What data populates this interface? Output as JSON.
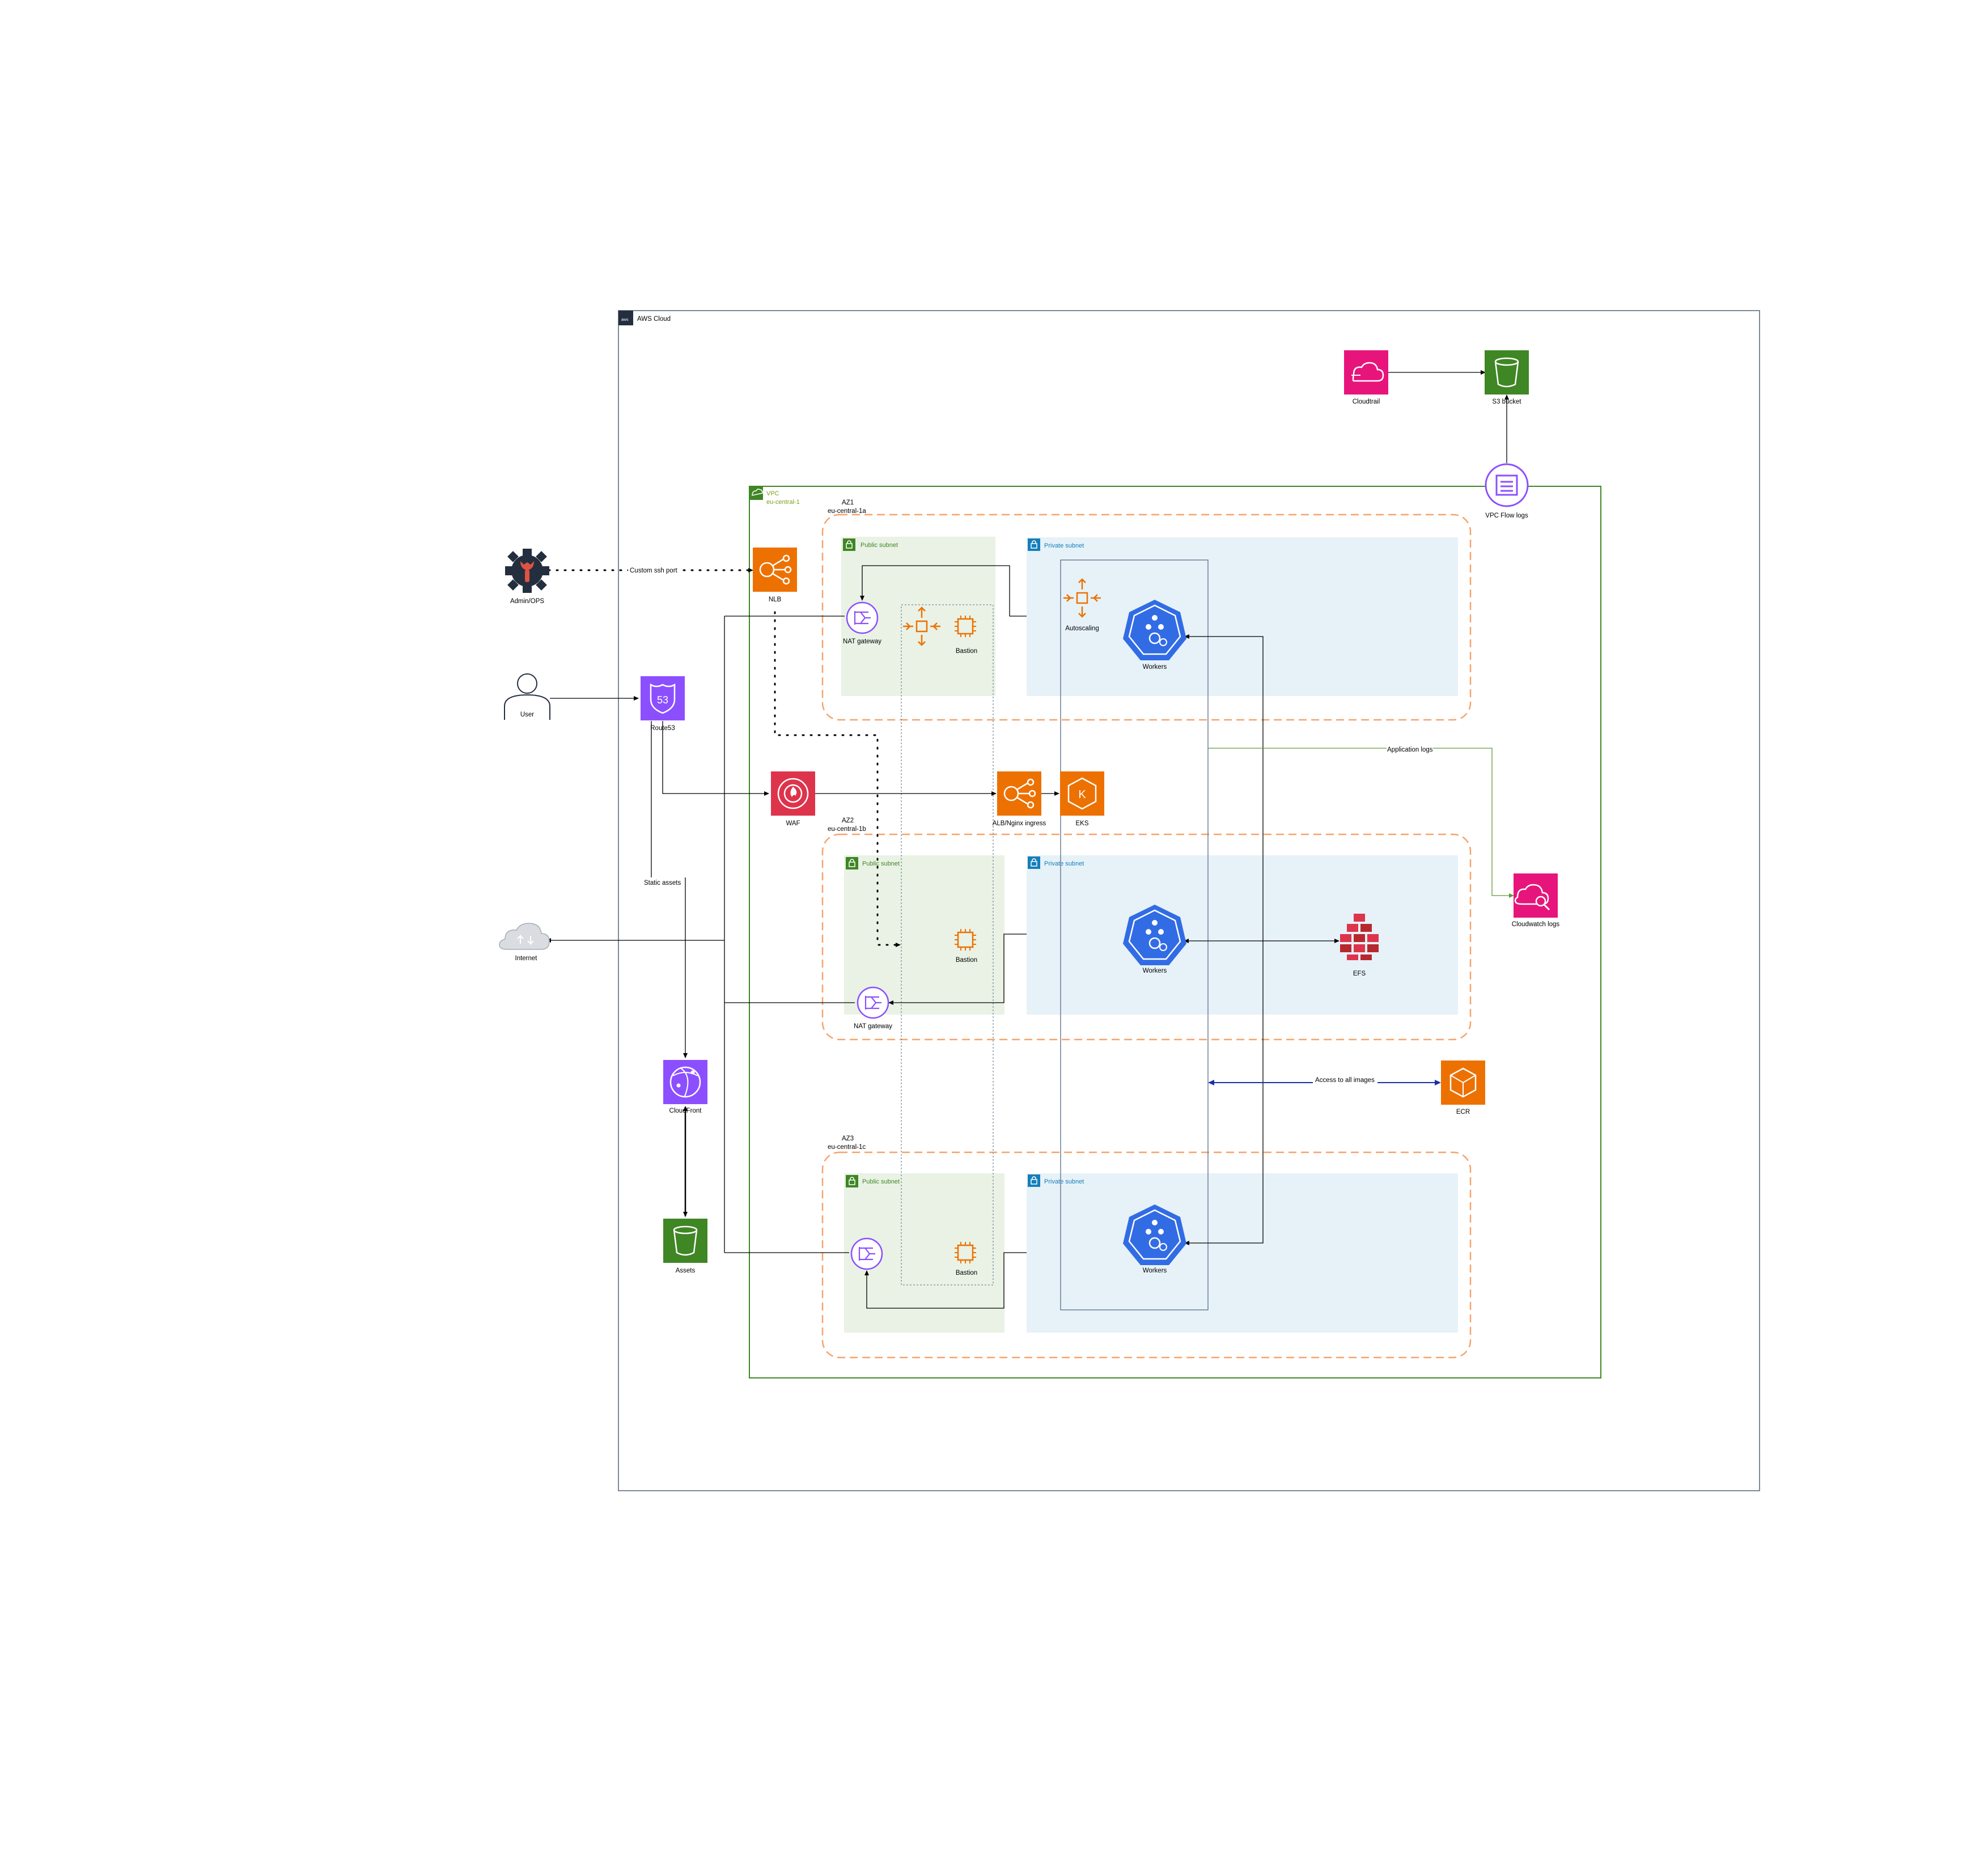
{
  "containers": {
    "aws_cloud": "AWS Cloud",
    "vpc_title": "VPC",
    "vpc_region": "eu-central-1",
    "az1_title": "AZ1",
    "az1_region": "eu-central-1a",
    "az2_title": "AZ2",
    "az2_region": "eu-central-1b",
    "az3_title": "AZ3",
    "az3_region": "eu-central-1c",
    "public_subnet": "Public subnet",
    "private_subnet": "Private subnet"
  },
  "nodes": {
    "cloudtrail": "Cloudtrail",
    "s3_bucket": "S3 bucket",
    "vpc_flow_logs": "VPC Flow logs",
    "admin_ops": "Admin/OPS",
    "nlb": "NLB",
    "user": "User",
    "route53": "Route53",
    "waf": "WAF",
    "alb": "ALB/Nginx ingress",
    "eks": "EKS",
    "internet": "Internet",
    "cloudfront": "CloudFront",
    "assets": "Assets",
    "nat_gateway": "NAT gateway",
    "bastion": "Bastion",
    "autoscaling": "Autoscaling",
    "workers": "Workers",
    "efs": "EFS",
    "ecr": "ECR",
    "cloudwatch_logs": "Cloudwatch logs"
  },
  "edges": {
    "custom_ssh": "Custom ssh port",
    "static_assets": "Static assets",
    "application_logs": "Application logs",
    "access_images": "Access to all images"
  },
  "colors": {
    "aws_cloud_border": "#7d8998",
    "vpc_border": "#3f8624",
    "az_border": "#f6a36a",
    "public_subnet_fill": "#e9f2e5",
    "public_subnet_text": "#3f8624",
    "private_subnet_fill": "#e6f2f8",
    "private_subnet_text": "#147eba",
    "orange_service": "#ed7100",
    "pink_service": "#e7157b",
    "green_service": "#3f8624",
    "purple_service": "#8c4fff",
    "red_service": "#dd344c",
    "eks_blue": "#326ce5",
    "access_arrow": "#1a30a6",
    "logs_arrow": "#5f9c36"
  },
  "icons": {
    "cloudtrail": "cloudtrail-icon",
    "s3": "s3-bucket-icon",
    "flow_logs": "vpc-flow-logs-icon",
    "admin": "gear-wrench-icon",
    "nlb": "network-load-balancer-icon",
    "user": "user-icon",
    "route53": "route53-icon",
    "waf": "waf-icon",
    "alb": "application-load-balancer-icon",
    "eks": "eks-icon",
    "internet": "internet-cloud-icon",
    "cloudfront": "cloudfront-icon",
    "nat": "nat-gateway-icon",
    "ec2": "ec2-instance-icon",
    "autoscaling": "autoscaling-icon",
    "k8s": "kubernetes-workers-icon",
    "efs": "efs-icon",
    "ecr": "ecr-icon",
    "cloudwatch": "cloudwatch-logs-icon"
  }
}
